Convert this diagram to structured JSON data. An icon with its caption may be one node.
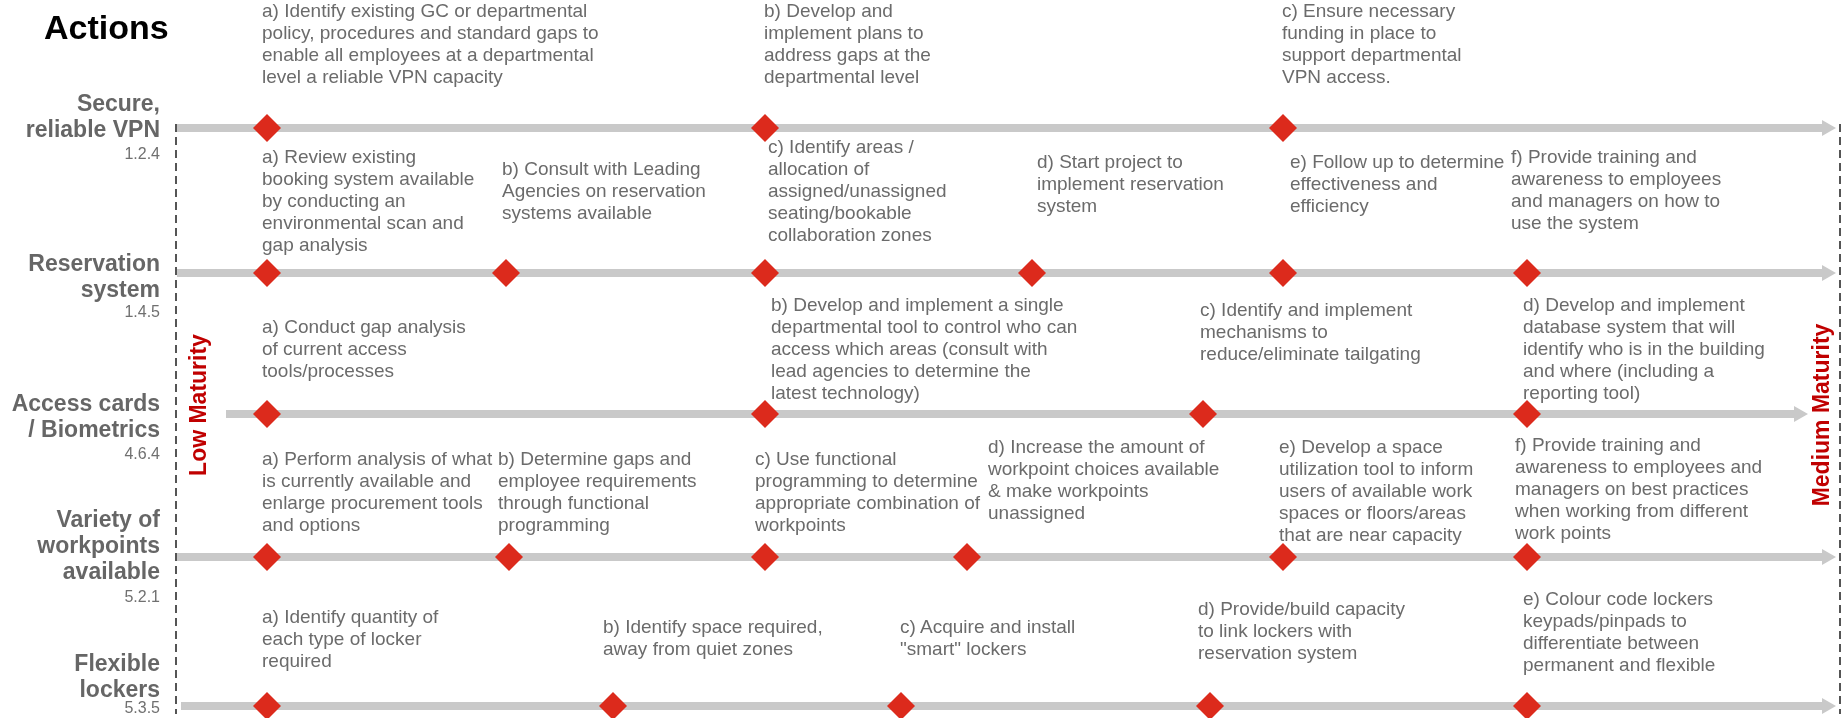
{
  "diagram": {
    "title": "Actions",
    "labels": [
      "a) Identify existing GC or departmental policy, procedures and standard gaps to enable all employees at a departmental level a reliable VPN capacity",
      "b) Develop and implement plans to address gaps at the departmental level",
      "c) Ensure necessary funding in place to support departmental VPN access.",
      "Secure, reliable VPN",
      "1.2.4",
      "a) Review existing booking system available by conducting an environmental scan and gap analysis",
      "b) Consult with Leading Agencies on reservation systems available",
      "c) Identify areas / allocation of assigned/unassigned seating/bookable collaboration zones",
      "d) Start project to implement reservation system",
      "e) Follow up to determine effectiveness and efficiency",
      "f) Provide training and awareness to employees and managers on how to use the system",
      "Reservation system",
      "1.4.5",
      "a) Conduct gap analysis of current access tools/processes",
      "b) Develop and implement a single departmental tool to control who can access which areas (consult with lead agencies to determine the latest technology)",
      "c) Identify and implement mechanisms to reduce/eliminate tailgating",
      "d) Develop and implement database system that will identify who is in the building and where (including a reporting tool)",
      "Low Maturity",
      "Access cards / Biometrics",
      "4.6.4",
      "Medium Maturity",
      "a) Perform analysis of what is currently available and enlarge procurement tools and options",
      "b) Determine gaps and employee requirements through functional programming",
      "c) Use functional programming to determine appropriate combination of workpoints",
      "d) Increase the amount of workpoint choices available & make workpoints unassigned",
      "e) Develop a space utilization tool to inform users of available work spaces or floors/areas that are near capacity",
      "f) Provide training and awareness to employees and managers on best practices when working from different work points",
      "Variety of workpoints available",
      "5.2.1",
      "a) Identify quantity of each type of locker required",
      "b) Identify space required, away from quiet zones",
      "c) Acquire and install \"smart\" lockers",
      "d) Provide/build capacity to link lockers with reservation system",
      "e) Colour code lockers keypads/pinpads to differentiate between permanent and flexible",
      "Flexible lockers",
      "5.3.5"
    ]
  }
}
